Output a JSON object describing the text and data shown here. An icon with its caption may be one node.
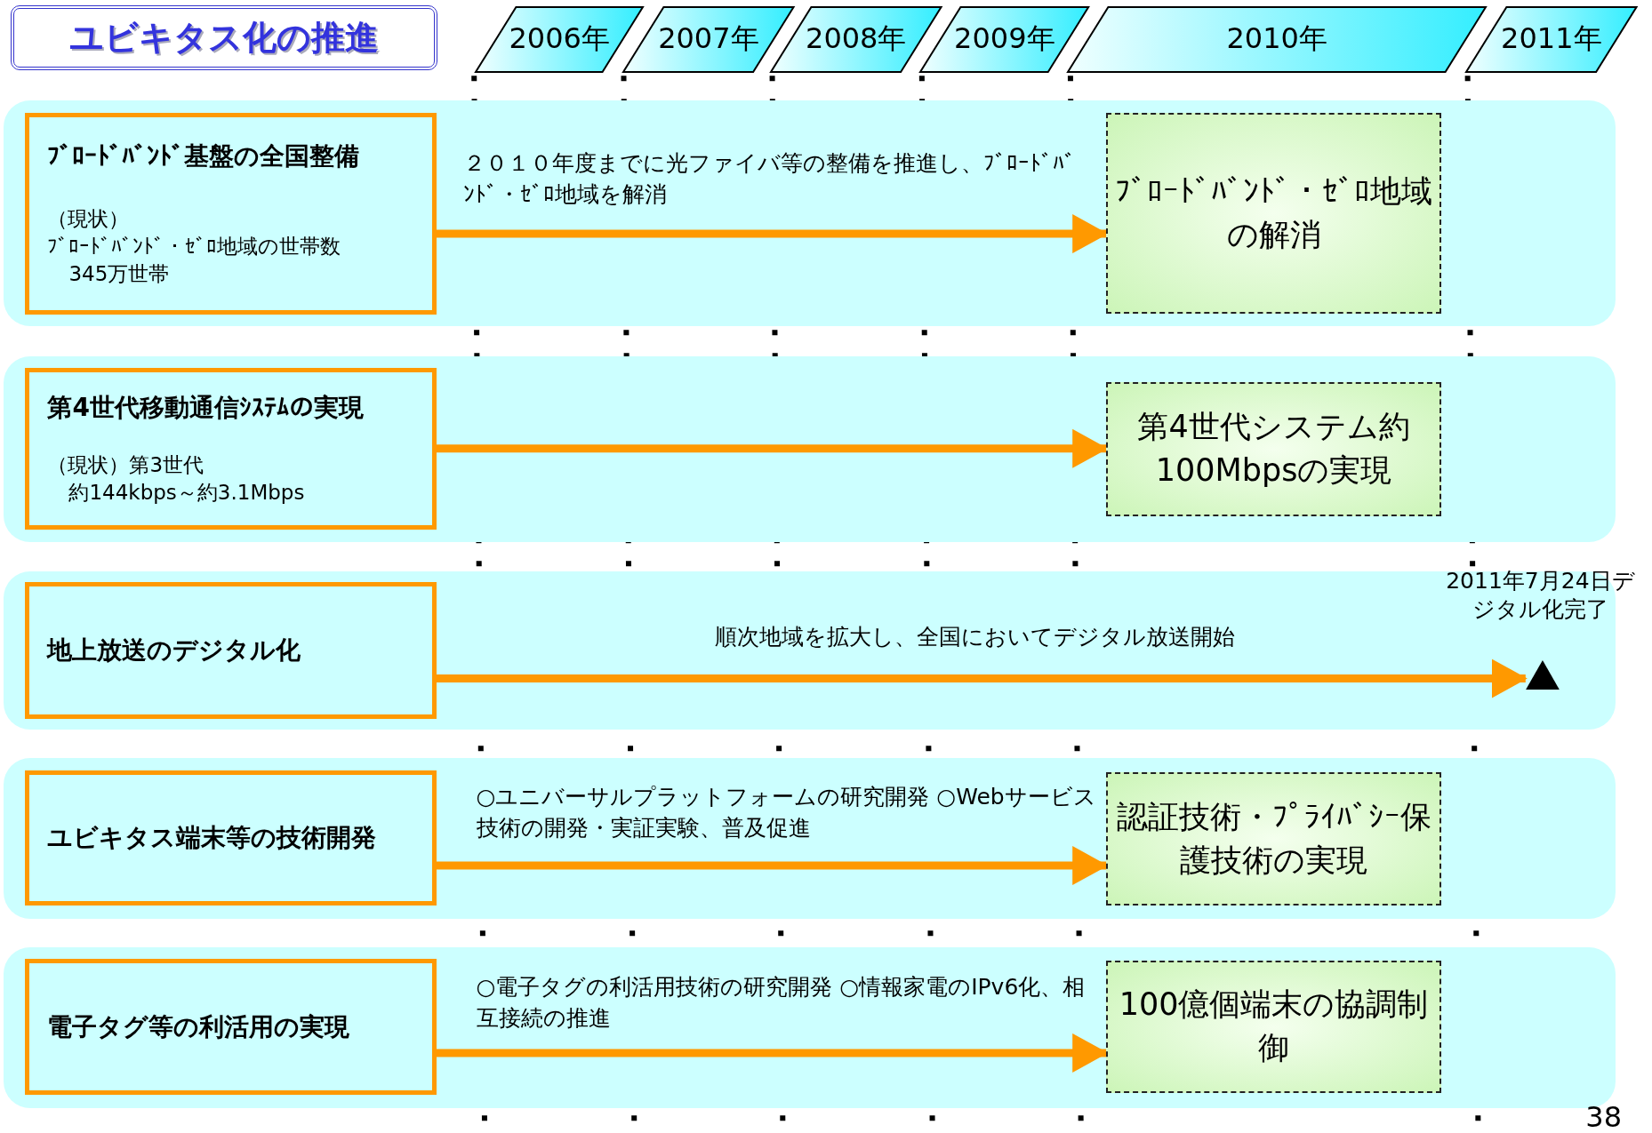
{
  "diagram": {
    "title": "ユビキタス化の推進",
    "nodes": [
      {
        "text": [
          "ﾌﾞﾛｰﾄﾞﾊﾞﾝﾄﾞ基盤の全国整備",
          "（現状）",
          "ﾌﾞﾛｰﾄﾞﾊﾞﾝﾄﾞ・ｾﾞﾛ地域の世帯数",
          "345万世帯"
        ]
      },
      {
        "text": [
          "ﾌﾞﾛｰﾄﾞﾊﾞﾝﾄﾞ・ｾﾞﾛ地域の解消"
        ]
      },
      {
        "text": [
          "第4世代移動通信ｼｽﾃﾑの実現",
          "（現状）第3世代",
          "約144kbps～約3.1Mbps"
        ]
      },
      {
        "text": [
          "第4世代システム約100Mbpsの実現"
        ]
      },
      {
        "text": [
          "地上放送のデジタル化"
        ]
      },
      {
        "text": [],
        "shape": "triangle",
        "beside": [
          "2011年7月24日デジタル化完了"
        ]
      },
      {
        "text": [
          "ユビキタス端末等の技術開発"
        ]
      },
      {
        "text": [
          "認証技術・ﾌﾟﾗｲﾊﾞｼｰ保護技術の実現"
        ]
      },
      {
        "text": [
          "電子タグ等の利活用の実現"
        ]
      },
      {
        "text": [
          "100億個端末の協調制御"
        ]
      }
    ],
    "edges": [
      {
        "from": 0,
        "to": 1,
        "arrow": "to",
        "label": "２０１０年度までに光ファイバ等の整備を推進し、ﾌﾞﾛｰﾄﾞﾊﾞﾝﾄﾞ・ｾﾞﾛ地域を解消"
      },
      {
        "from": 2,
        "to": 3,
        "arrow": "to"
      },
      {
        "from": 4,
        "to": 5,
        "arrow": "to",
        "label": "順次地域を拡大し、全国においてデジタル放送開始"
      },
      {
        "from": 6,
        "to": 7,
        "arrow": "to",
        "label": "○ユニバーサルプラットフォームの研究開発 ○Webサービス技術の開発・実証実験、普及促進"
      },
      {
        "from": 8,
        "to": 9,
        "arrow": "to",
        "label": "○電子タグの利活用技術の研究開発 ○情報家電のIPv6化、相互接続の推進"
      }
    ],
    "labels": [
      "2006年",
      "2007年",
      "2008年",
      "2009年",
      "2010年",
      "2011年",
      "38"
    ]
  }
}
